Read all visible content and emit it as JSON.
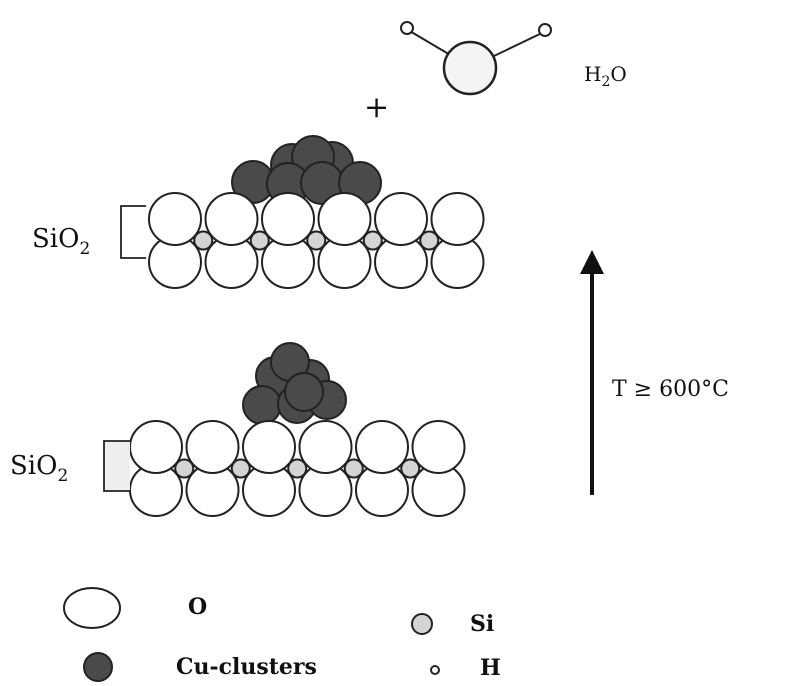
{
  "labels": {
    "water": "H",
    "water_sub": "2",
    "water_tail": "O",
    "plus": "+",
    "sio2_prefix": "SiO",
    "sio2_sub": "2",
    "temperature": "T ≥ 600°C"
  },
  "legend": {
    "oxygen": "O",
    "silicon": "Si",
    "cu": "Cu-clusters",
    "hydrogen": "H"
  },
  "colors": {
    "stroke": "#222222",
    "atom_fill": "#ffffff",
    "si_fill": "#d4d4d4",
    "cu_fill": "#4a4a4a",
    "arrow": "#111111"
  }
}
